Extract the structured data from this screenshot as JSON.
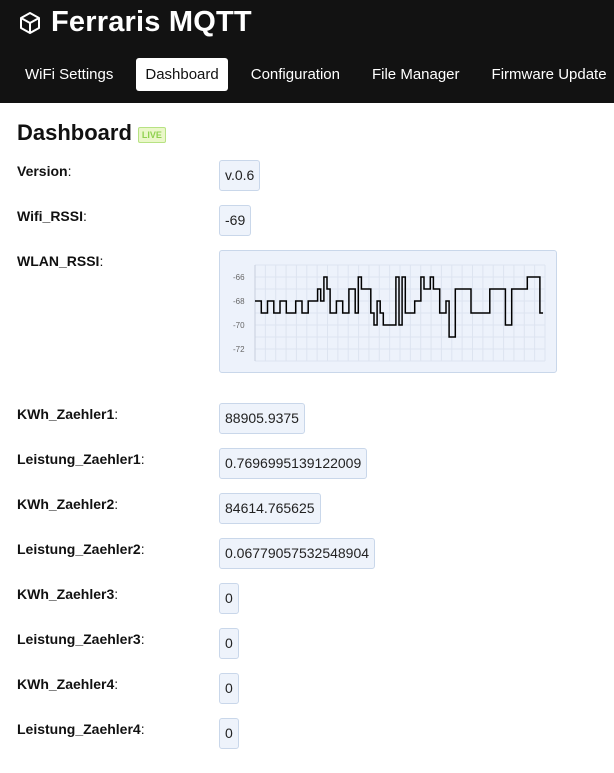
{
  "app": {
    "title": "Ferraris MQTT",
    "logo_icon": "cube-icon"
  },
  "nav": {
    "items": [
      {
        "label": "WiFi Settings",
        "active": false
      },
      {
        "label": "Dashboard",
        "active": true
      },
      {
        "label": "Configuration",
        "active": false
      },
      {
        "label": "File Manager",
        "active": false
      },
      {
        "label": "Firmware Update",
        "active": false
      }
    ]
  },
  "page": {
    "title": "Dashboard",
    "badge": "LIVE"
  },
  "fields": {
    "version": {
      "label": "Version",
      "value": "v.0.6"
    },
    "wifi_rssi": {
      "label": "Wifi_RSSI",
      "value": "-69"
    },
    "wlan_rssi": {
      "label": "WLAN_RSSI"
    },
    "kwh1": {
      "label": "KWh_Zaehler1",
      "value": "88905.9375"
    },
    "leistung1": {
      "label": "Leistung_Zaehler1",
      "value": "0.7696995139122009"
    },
    "kwh2": {
      "label": "KWh_Zaehler2",
      "value": "84614.765625"
    },
    "leistung2": {
      "label": "Leistung_Zaehler2",
      "value": "0.06779057532548904"
    },
    "kwh3": {
      "label": "KWh_Zaehler3",
      "value": "0"
    },
    "leistung3": {
      "label": "Leistung_Zaehler3",
      "value": "0"
    },
    "kwh4": {
      "label": "KWh_Zaehler4",
      "value": "0"
    },
    "leistung4": {
      "label": "Leistung_Zaehler4",
      "value": "0"
    }
  },
  "chart_data": {
    "type": "line",
    "title": "",
    "xlabel": "",
    "ylabel": "",
    "ylim": [
      -73,
      -65
    ],
    "yticks": [
      -66,
      -68,
      -70,
      -72
    ],
    "grid": true,
    "series": [
      {
        "values": [
          -68,
          -68,
          -69,
          -69,
          -68,
          -68,
          -69,
          -69,
          -68,
          -68,
          -69,
          -69,
          -69,
          -68,
          -68,
          -69,
          -69,
          -68,
          -68,
          -68,
          -67,
          -68,
          -66,
          -67,
          -69,
          -69,
          -68,
          -68,
          -69,
          -69,
          -67,
          -67,
          -69,
          -66,
          -67,
          -67,
          -67,
          -69,
          -70,
          -68,
          -69,
          -70,
          -70,
          -70,
          -70,
          -66,
          -70,
          -66,
          -69,
          -69,
          -69,
          -68,
          -68,
          -66,
          -67,
          -67,
          -66,
          -67,
          -67,
          -69,
          -69,
          -68,
          -71,
          -71,
          -67,
          -67,
          -67,
          -67,
          -67,
          -69,
          -69,
          -69,
          -69,
          -69,
          -69,
          -67,
          -67,
          -67,
          -67,
          -67,
          -70,
          -70,
          -67,
          -67,
          -67,
          -67,
          -67,
          -66,
          -66,
          -66,
          -66,
          -69
        ]
      }
    ],
    "line_color": "#000000"
  }
}
